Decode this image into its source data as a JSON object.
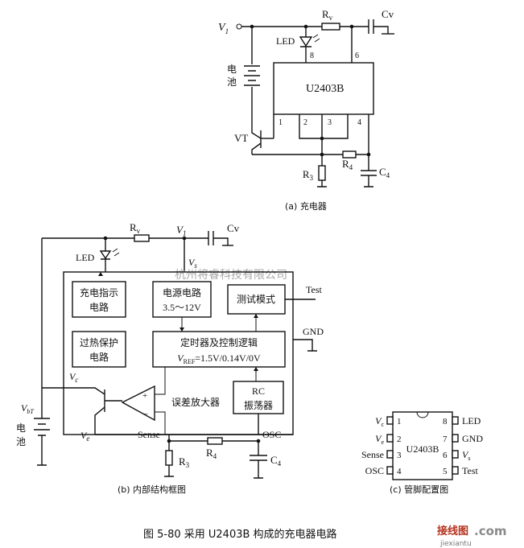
{
  "circuit_a": {
    "v1": "V",
    "v1_sub": "1",
    "rv": "R",
    "rv_sub": "v",
    "cv": "Cv",
    "led": "LED",
    "battery": "电池",
    "battery_top": "电",
    "battery_bot": "池",
    "ic": "U2403B",
    "vt": "VT",
    "r3": "R",
    "r3_sub": "3",
    "r4": "R",
    "r4_sub": "4",
    "c4": "C",
    "c4_sub": "4",
    "pins": {
      "p8": "8",
      "p6": "6",
      "p1": "1",
      "p2": "2",
      "p3": "3",
      "p4": "4"
    },
    "caption": "(a) 充电器"
  },
  "circuit_b": {
    "rv": "R",
    "rv_sub": "v",
    "v1": "V",
    "v1_sub": "1",
    "cv": "Cv",
    "led": "LED",
    "vs": "V",
    "vs_sub": "s",
    "watermark": "杭州将睿科技有限公司",
    "block_charge_ind_1": "充电指示",
    "block_charge_ind_2": "电路",
    "block_power_1": "电源电路",
    "block_power_2": "3.5～12V",
    "block_test": "测试模式",
    "test": "Test",
    "block_overheat_1": "过热保护",
    "block_overheat_2": "电路",
    "block_timer_1": "定时器及控制逻辑",
    "block_timer_2_pre": "V",
    "block_timer_2_sub": "REF",
    "block_timer_2_post": "=1.5V/0.14V/0V",
    "gnd": "GND",
    "vc": "V",
    "vc_sub": "c",
    "ve": "V",
    "ve_sub": "e",
    "vbt": "V",
    "vbt_sub": "bT",
    "battery_top": "电",
    "battery_bot": "池",
    "amp": "误差放大器",
    "rc_1": "RC",
    "rc_2": "振荡器",
    "sense": "Sense",
    "osc": "OSC",
    "r3": "R",
    "r3_sub": "3",
    "r4": "R",
    "r4_sub": "4",
    "c4": "C",
    "c4_sub": "4",
    "caption": "(b) 内部结构框图"
  },
  "pinout_c": {
    "ic": "U2403B",
    "left_pins": [
      {
        "label": "V",
        "sub": "c",
        "num": "1"
      },
      {
        "label": "V",
        "sub": "e",
        "num": "2"
      },
      {
        "label": "Sense",
        "sub": "",
        "num": "3"
      },
      {
        "label": "OSC",
        "sub": "",
        "num": "4"
      }
    ],
    "right_pins": [
      {
        "num": "8",
        "label": "LED",
        "sub": ""
      },
      {
        "num": "7",
        "label": "GND",
        "sub": ""
      },
      {
        "num": "6",
        "label": "V",
        "sub": "s"
      },
      {
        "num": "5",
        "label": "Test",
        "sub": ""
      }
    ],
    "caption": "(c) 管脚配置图"
  },
  "figure_caption": "图 5-80  采用 U2403B 构成的充电器电路",
  "site_logo": "接线图",
  "site_logo_suffix": ".com",
  "site_url": "jiexiantu"
}
